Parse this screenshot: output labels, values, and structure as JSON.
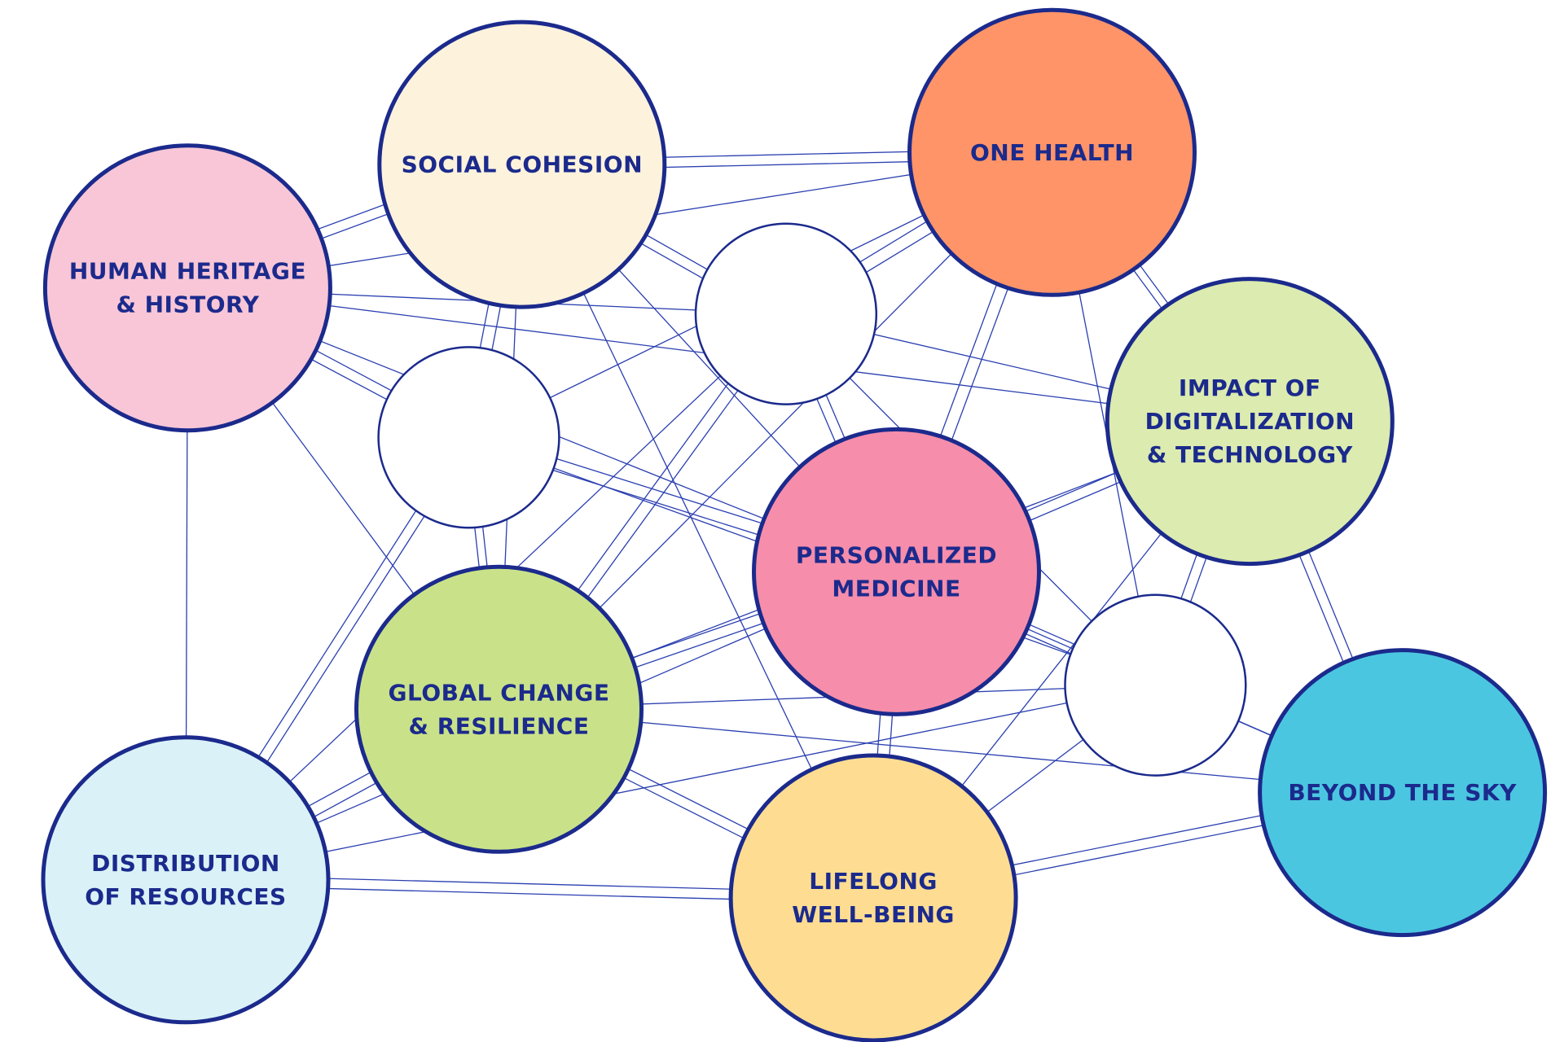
{
  "colors": {
    "ink": "#1b2a8c",
    "line": "#2a3fb0",
    "background": "#ffffff"
  },
  "nodes": [
    {
      "id": "social-cohesion",
      "lines": [
        "SOCIAL COHESION"
      ],
      "fill": "#fdf2dc"
    },
    {
      "id": "one-health",
      "lines": [
        "ONE HEALTH"
      ],
      "fill": "#fe9468"
    },
    {
      "id": "human-heritage",
      "lines": [
        "HUMAN HERITAGE",
        "& HISTORY"
      ],
      "fill": "#f8c6d6"
    },
    {
      "id": "impact-digitalization",
      "lines": [
        "IMPACT OF",
        "DIGITALIZATION",
        "& TECHNOLOGY"
      ],
      "fill": "#dcebaf"
    },
    {
      "id": "personalized-medicine",
      "lines": [
        "PERSONALIZED",
        "MEDICINE"
      ],
      "fill": "#f68dab"
    },
    {
      "id": "global-change",
      "lines": [
        "GLOBAL CHANGE",
        "& RESILIENCE"
      ],
      "fill": "#c9e289"
    },
    {
      "id": "distribution-resources",
      "lines": [
        "DISTRIBUTION",
        "OF RESOURCES"
      ],
      "fill": "#daf2f7"
    },
    {
      "id": "lifelong-wellbeing",
      "lines": [
        "LIFELONG",
        "WELL-BEING"
      ],
      "fill": "#fedd92"
    },
    {
      "id": "beyond-the-sky",
      "lines": [
        "BEYOND THE SKY"
      ],
      "fill": "#4bc6e1"
    },
    {
      "id": "blank-1",
      "lines": [],
      "fill": "#ffffff"
    },
    {
      "id": "blank-2",
      "lines": [],
      "fill": "#ffffff"
    },
    {
      "id": "blank-3",
      "lines": [],
      "fill": "#ffffff"
    }
  ]
}
